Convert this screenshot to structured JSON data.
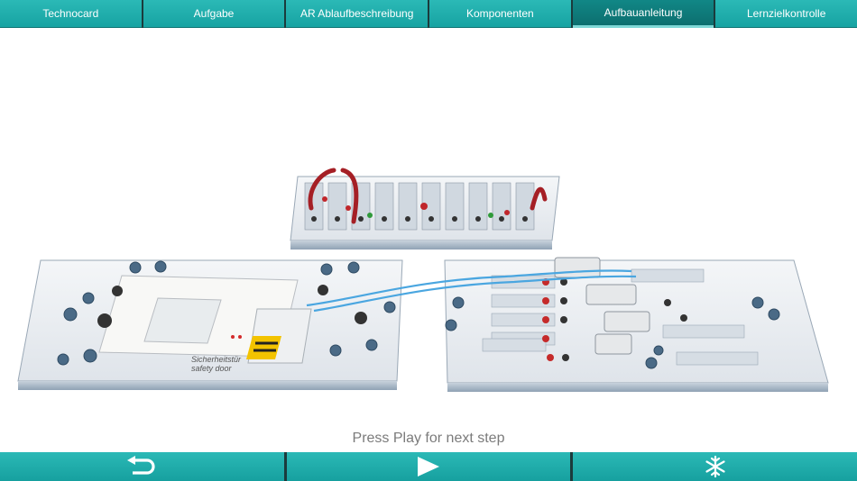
{
  "nav": {
    "tabs": [
      {
        "label": "Technocard"
      },
      {
        "label": "Aufgabe"
      },
      {
        "label": "AR Ablaufbeschreibung"
      },
      {
        "label": "Komponenten"
      },
      {
        "label": "Aufbauanleitung",
        "active": true
      },
      {
        "label": "Lernzielkontrolle"
      }
    ]
  },
  "scene": {
    "door_label_de": "Sicherheitstür",
    "door_label_en": "safety door"
  },
  "hint": {
    "text": "Press Play for next step"
  },
  "controls": {
    "back_icon": "undo-arrow-icon",
    "play_icon": "play-icon",
    "freeze_icon": "snowflake-icon"
  },
  "colors": {
    "accent": "#1fb0ad",
    "accent_active": "#0e7c7b",
    "hose": "#4aa6e0"
  }
}
